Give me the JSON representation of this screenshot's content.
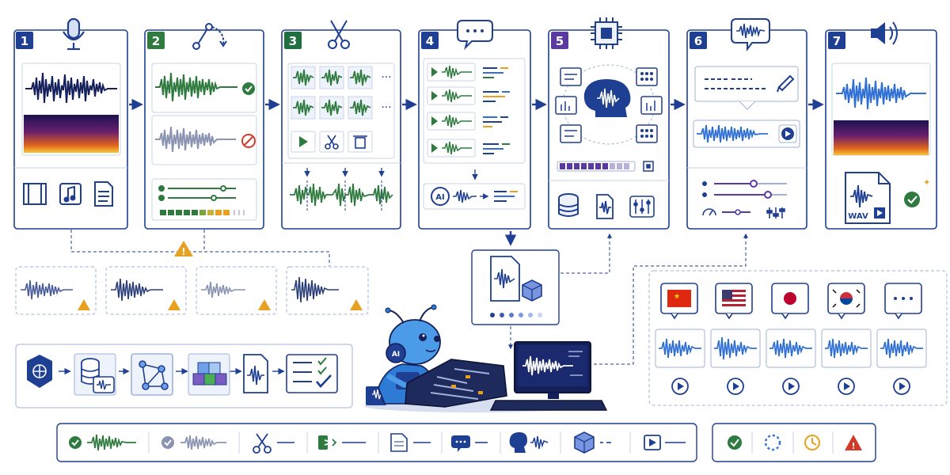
{
  "stages": [
    {
      "num": "1",
      "color": "#1f3f93",
      "icon": "microphone-icon"
    },
    {
      "num": "2",
      "color": "#2f7a3f",
      "icon": "branch-icon"
    },
    {
      "num": "3",
      "color": "#1f6f3f",
      "icon": "scissors-icon"
    },
    {
      "num": "4",
      "color": "#1f3f93",
      "icon": "chat-bubble-icon"
    },
    {
      "num": "5",
      "color": "#5b3aa0",
      "icon": "chip-icon"
    },
    {
      "num": "6",
      "color": "#1f3f93",
      "icon": "speech-waveform-icon"
    },
    {
      "num": "7",
      "color": "#1f3f93",
      "icon": "speaker-icon"
    }
  ],
  "ai_badge": "AI",
  "file_label": "WAV",
  "languages": [
    {
      "flag": "china-flag-icon"
    },
    {
      "flag": "usa-flag-icon"
    },
    {
      "flag": "japan-flag-icon"
    },
    {
      "flag": "korea-flag-icon"
    },
    {
      "flag": "ellipsis-bubble-icon"
    }
  ],
  "colors": {
    "navy": "#1f3f93",
    "green": "#2f7a3f",
    "blue": "#2f6fd6",
    "orange": "#e8a020",
    "red": "#d23a2a"
  }
}
